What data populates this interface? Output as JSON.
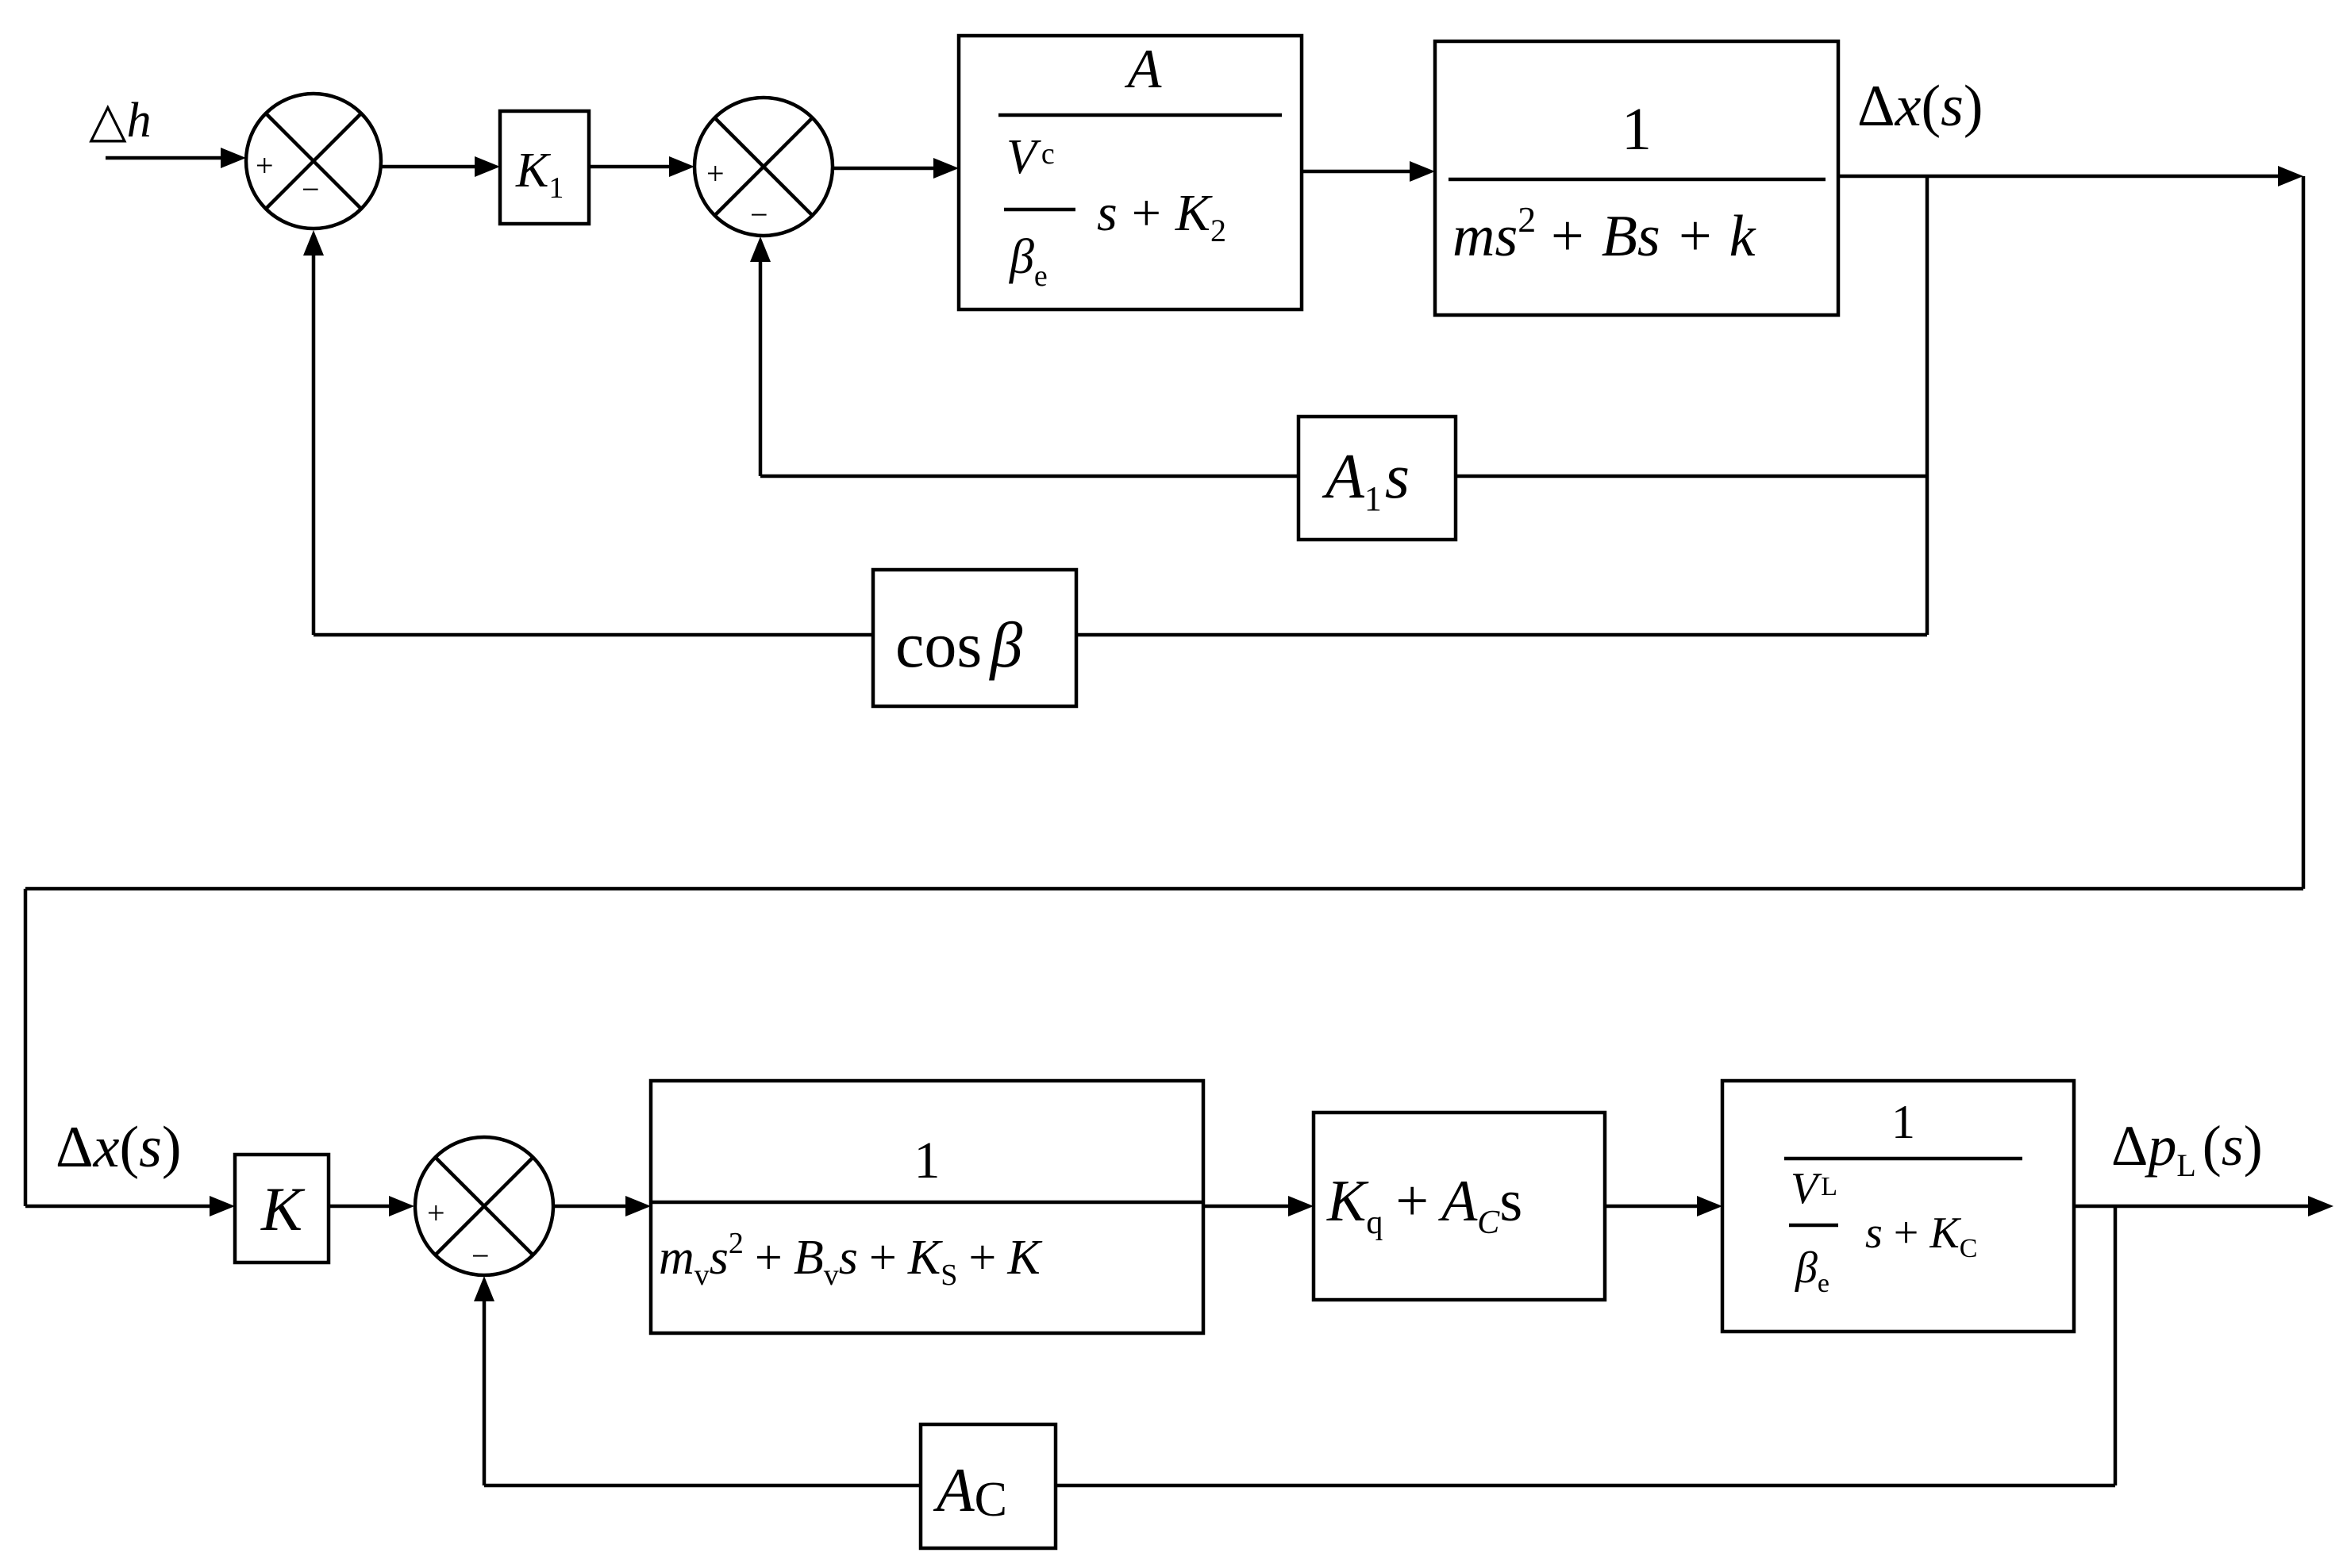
{
  "diagram": {
    "input_label": "△h",
    "sum_signs": {
      "plus": "+",
      "minus": "−"
    },
    "top_loop": {
      "gain1": {
        "sym": "K",
        "sub": "1"
      },
      "block_area": {
        "numerator": "A",
        "den_frac_num": {
          "sym": "V",
          "sub": "c"
        },
        "den_frac_den": {
          "sym": "β",
          "sub": "e"
        },
        "den_tail_s": "s",
        "den_tail_plus": "+",
        "den_tail_K": "K",
        "den_tail_sub": "2"
      },
      "block_mass": {
        "numerator": "1",
        "den_m": "m",
        "den_s": "s",
        "den_exp": "2",
        "den_rest": "+ Bs + k"
      },
      "output_label": {
        "delta": "Δ",
        "x": "x",
        "open": "(",
        "s": "s",
        "close": ")"
      },
      "feedback_inner": {
        "sym": "A",
        "sub": "1",
        "s": "s"
      },
      "feedback_outer": {
        "cos": "cos",
        "beta": "β"
      }
    },
    "bottom_loop": {
      "input_label": {
        "delta": "Δ",
        "x": "x",
        "open": "(",
        "s": "s",
        "close": ")"
      },
      "gain": "K",
      "block_valve": {
        "numerator": "1",
        "t1_sym": "m",
        "t1_sub": "v",
        "t1_s": "s",
        "t1_exp": "2",
        "plus1": "+",
        "t2_sym": "B",
        "t2_sub": "v",
        "t2_s": "s",
        "plus2": "+",
        "t3_sym": "K",
        "t3_sub": "S",
        "plus3": "+",
        "t4_sym": "K"
      },
      "block_flow": {
        "t1_sym": "K",
        "t1_sub": "q",
        "plus": "+",
        "t2_sym": "A",
        "t2_sub": "C",
        "t2_s": "s"
      },
      "block_pressure": {
        "numerator": "1",
        "den_frac_num": {
          "sym": "V",
          "sub": "L"
        },
        "den_frac_den": {
          "sym": "β",
          "sub": "e"
        },
        "den_tail_s": "s",
        "den_tail_plus": "+",
        "den_tail_K": "K",
        "den_tail_sub": "C"
      },
      "output_label": {
        "delta": "Δ",
        "p": "p",
        "sub": "L",
        "open": "(",
        "s": "s",
        "close": ")"
      },
      "feedback": {
        "sym": "A",
        "sub": "C"
      }
    }
  }
}
